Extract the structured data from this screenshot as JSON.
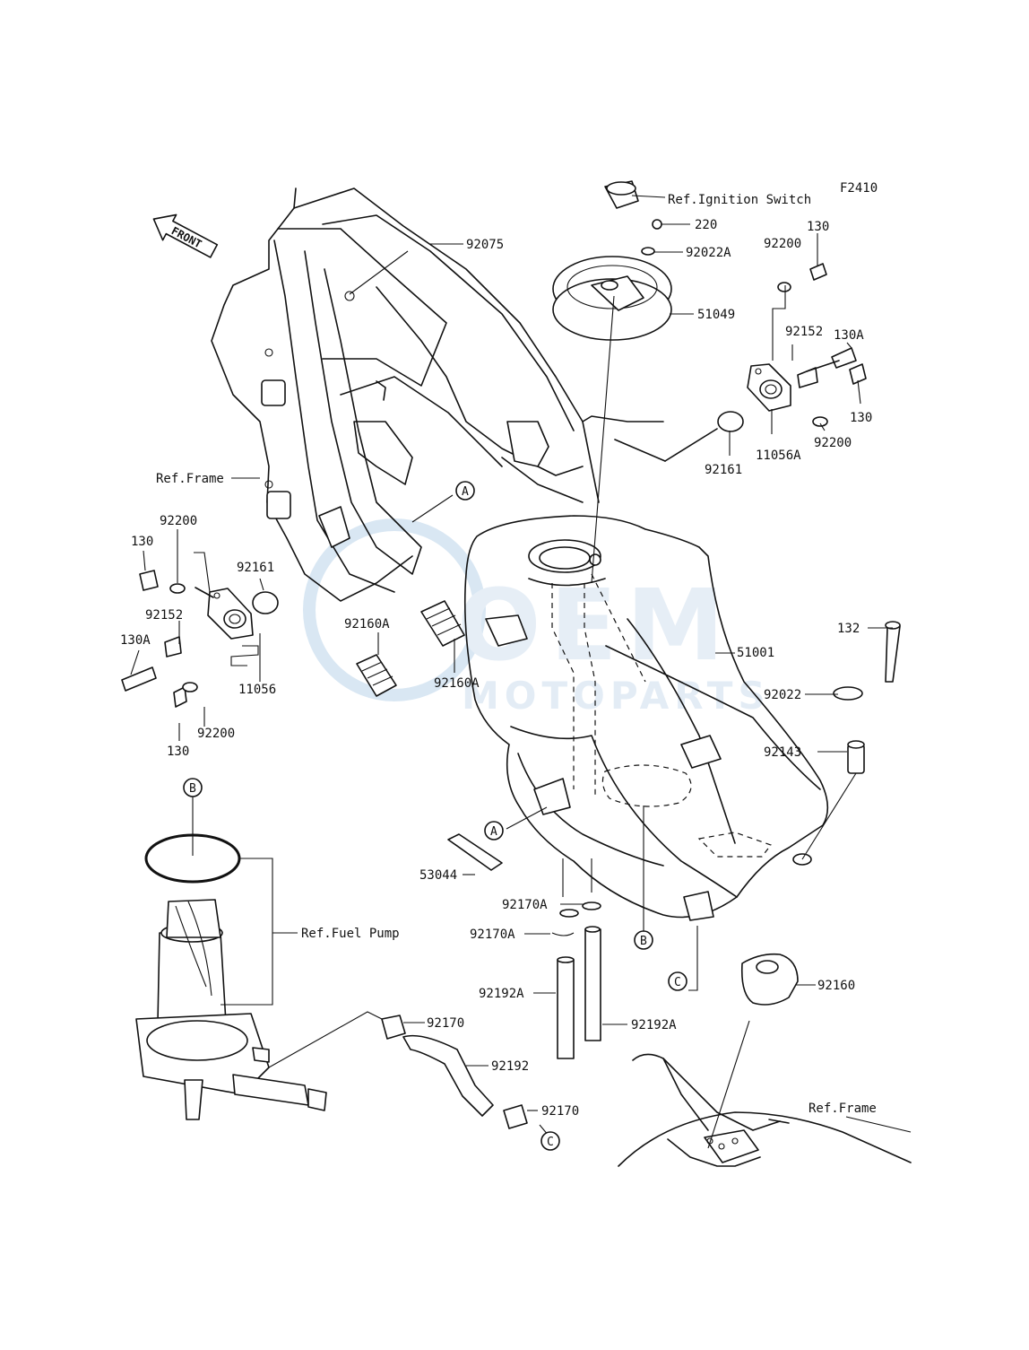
{
  "diagram": {
    "figure_code": "F2410",
    "front_label": "FRONT",
    "watermark_text": "MOTOPARTS",
    "watermark_logo": "OEM",
    "labels": {
      "ref_ignition_switch": "Ref.Ignition Switch",
      "ref_frame_left": "Ref.Frame",
      "ref_frame_right": "Ref.Frame",
      "ref_fuel_pump": "Ref.Fuel Pump",
      "p92075": "92075",
      "p220": "220",
      "p92022A": "92022A",
      "p51049": "51049",
      "p130_top": "130",
      "p92200_top": "92200",
      "p130A_right": "130A",
      "p92152_right": "92152",
      "p130_right": "130",
      "p92200_right_low": "92200",
      "p11056A": "11056A",
      "p92161_right": "92161",
      "p92200_left": "92200",
      "p130_left_top": "130",
      "p92161_left": "92161",
      "p92152_left": "92152",
      "p130A_left": "130A",
      "p11056": "11056",
      "p92200_left_low": "92200",
      "p130_left_low": "130",
      "p92160A_left": "92160A",
      "p92160A_mid": "92160A",
      "p51001": "51001",
      "p132": "132",
      "p92022": "92022",
      "p92143": "92143",
      "p53044": "53044",
      "p92170A_1": "92170A",
      "p92170A_2": "92170A",
      "p92192A_left": "92192A",
      "p92192A_right": "92192A",
      "p92160": "92160",
      "p92170_top": "92170",
      "p92192": "92192",
      "p92170_low": "92170"
    },
    "callouts": {
      "A": "A",
      "B": "B",
      "C": "C"
    }
  }
}
